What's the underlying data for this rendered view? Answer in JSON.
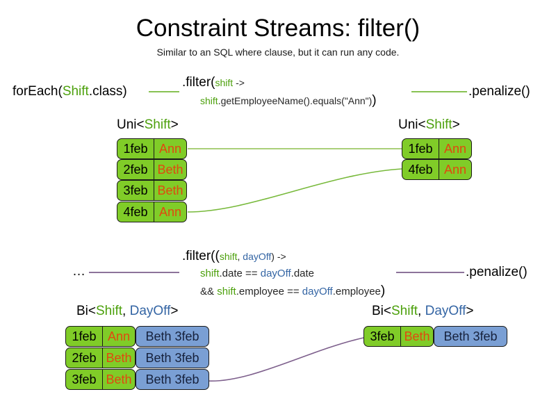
{
  "slide": {
    "title": "Constraint Streams: filter()",
    "subtitle": "Similar to an SQL where clause, but it can run any code."
  },
  "colors": {
    "shift_green": "#80cc28",
    "dayoff_blue": "#7a9fd4",
    "name_orange": "#e0480f",
    "token_shift": "#4ca00c",
    "token_dayoff": "#3465a4",
    "connector_green": "#77b93a",
    "connector_purple": "#7d5f8c",
    "card_border": "#1a1a1a"
  },
  "uni_pipeline": {
    "source_label": {
      "prefix": "forEach(",
      "type": "Shift",
      "suffix": ".class)"
    },
    "filter": {
      "line1_head": ".filter(",
      "line1_param": "shift",
      "line1_arrow": " ->",
      "line2_receiver": "shift",
      "line2_body": ".getEmployeeName().equals(\"Ann\")",
      "line2_close": ")"
    },
    "sink_label": ".penalize()",
    "in_stream_label": {
      "prefix": "Uni<",
      "type1": "Shift",
      "suffix": ">"
    },
    "out_stream_label": {
      "prefix": "Uni<",
      "type1": "Shift",
      "suffix": ">"
    },
    "in_tuples": [
      {
        "date": "1feb",
        "name": "Ann"
      },
      {
        "date": "2feb",
        "name": "Beth"
      },
      {
        "date": "3feb",
        "name": "Beth"
      },
      {
        "date": "4feb",
        "name": "Ann"
      }
    ],
    "out_tuples": [
      {
        "date": "1feb",
        "name": "Ann"
      },
      {
        "date": "4feb",
        "name": "Ann"
      }
    ]
  },
  "bi_pipeline": {
    "source_label": "…",
    "filter": {
      "line1_head": ".filter((",
      "line1_param1": "shift",
      "line1_sep": ", ",
      "line1_param2": "dayOff",
      "line1_arrow": ") ->",
      "line2_p1": "shift",
      "line2_t1": ".date == ",
      "line2_p2": "dayOff",
      "line2_t2": ".date",
      "line3_amp": "&& ",
      "line3_p1": "shift",
      "line3_t1": ".employee == ",
      "line3_p2": "dayOff",
      "line3_t2": ".employee",
      "line3_close": ")"
    },
    "sink_label": ".penalize()",
    "in_stream_label": {
      "prefix": "Bi<",
      "type1": "Shift",
      "sep": ", ",
      "type2": "DayOff",
      "suffix": ">"
    },
    "out_stream_label": {
      "prefix": "Bi<",
      "type1": "Shift",
      "sep": ", ",
      "type2": "DayOff",
      "suffix": ">"
    },
    "in_tuples": [
      {
        "date": "1feb",
        "name": "Ann",
        "dayoff": "Beth 3feb"
      },
      {
        "date": "2feb",
        "name": "Beth",
        "dayoff": "Beth 3feb"
      },
      {
        "date": "3feb",
        "name": "Beth",
        "dayoff": "Beth 3feb"
      }
    ],
    "out_tuples": [
      {
        "date": "3feb",
        "name": "Beth",
        "dayoff": "Beth 3feb"
      }
    ]
  }
}
